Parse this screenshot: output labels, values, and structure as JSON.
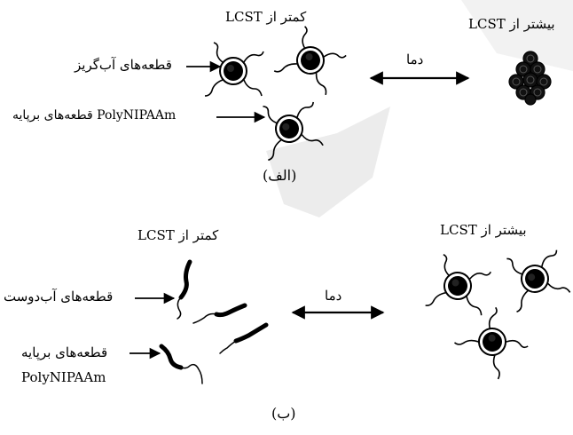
{
  "colors": {
    "ink": "#000000",
    "watermark": "#e9e9e9"
  },
  "panel_a": {
    "label_below": "کمتر از LCST",
    "label_above": "بیشتر از LCST",
    "arrow_label": "دما",
    "hydrophobic_label": "قطعه‌های آب‌گریز",
    "backbone_label": "قطعه‌های برپایه PolyNIPAAm",
    "caption": "(الف)"
  },
  "panel_b": {
    "label_below": "کمتر از LCST",
    "label_above": "بیشتر از LCST",
    "arrow_label": "دما",
    "hydrophilic_label": "قطعه‌های آب‌دوست",
    "backbone_label_line1": "قطعه‌های برپایه",
    "backbone_label_line2": "PolyNIPAAm",
    "caption": "(ب)"
  }
}
